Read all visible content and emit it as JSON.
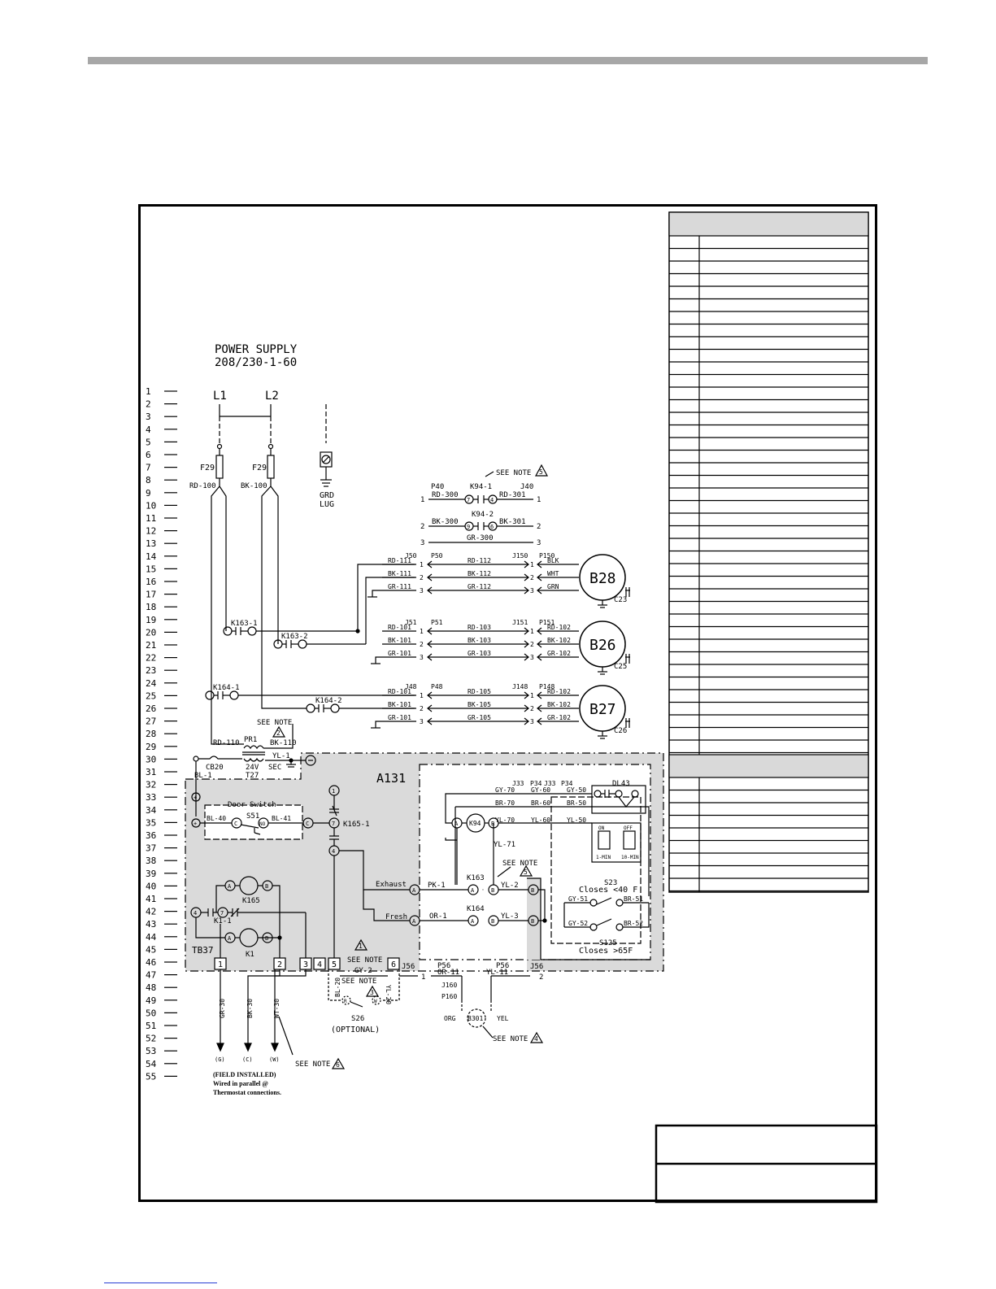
{
  "power": {
    "title": "POWER SUPPLY",
    "spec": "208/230-1-60",
    "l1": "L1",
    "l2": "L2",
    "fuse": "F29",
    "rd100": "RD-100",
    "bk100": "BK-100",
    "grd": "GRD",
    "lug": "LUG"
  },
  "rows": [
    "1",
    "2",
    "3",
    "4",
    "5",
    "6",
    "7",
    "8",
    "9",
    "10",
    "11",
    "12",
    "13",
    "14",
    "15",
    "16",
    "17",
    "18",
    "19",
    "20",
    "21",
    "22",
    "23",
    "24",
    "25",
    "26",
    "27",
    "28",
    "29",
    "30",
    "31",
    "32",
    "33",
    "34",
    "35",
    "36",
    "37",
    "38",
    "39",
    "40",
    "41",
    "42",
    "43",
    "44",
    "45",
    "46",
    "47",
    "48",
    "49",
    "50",
    "51",
    "52",
    "53",
    "54",
    "55"
  ],
  "k94": {
    "see_note": "SEE NOTE",
    "note": "5",
    "p40": "P40",
    "k94_1": "K94-1",
    "j40": "J40",
    "rd300": "RD-300",
    "rd301": "RD-301",
    "k94_2": "K94-2",
    "bk300": "BK-300",
    "bk301": "BK-301",
    "gr300": "GR-300",
    "pin7": "7",
    "pin4": "4",
    "pin9": "9",
    "pin6": "6",
    "n1": "1",
    "n2": "2",
    "n3": "3"
  },
  "motors": [
    {
      "name": "B28",
      "cap": "C23",
      "j": "J50",
      "p": "P50",
      "jj": "J150",
      "pp": "P150",
      "w1": "RD-111",
      "w2": "BK-111",
      "w3": "GR-111",
      "m1": "RD-112",
      "m2": "BK-112",
      "m3": "GR-112",
      "o1": "BLK",
      "o2": "WHT",
      "o3": "GRN"
    },
    {
      "name": "B26",
      "cap": "C25",
      "j": "J51",
      "p": "P51",
      "jj": "J151",
      "pp": "P151",
      "w1": "RD-101",
      "w2": "BK-101",
      "w3": "GR-101",
      "m1": "RD-103",
      "m2": "BK-103",
      "m3": "GR-103",
      "o1": "RD-102",
      "o2": "BK-102",
      "o3": "GR-102"
    },
    {
      "name": "B27",
      "cap": "C26",
      "j": "J48",
      "p": "P48",
      "jj": "J148",
      "pp": "P148",
      "w1": "RD-101",
      "w2": "BK-101",
      "w3": "GR-101",
      "m1": "RD-105",
      "m2": "BK-105",
      "m3": "GR-105",
      "o1": "RD-102",
      "o2": "BK-102",
      "o3": "GR-102"
    }
  ],
  "contacts": {
    "k163_1": "K163-1",
    "k163_2": "K163-2",
    "k164_1": "K164-1",
    "k164_2": "K164-2"
  },
  "transformer": {
    "see_note": "SEE NOTE",
    "note": "2",
    "pr1": "PR1",
    "rd110": "RD-110",
    "bk110": "BK-110",
    "cb20": "CB20",
    "v24": "24V",
    "t27": "T27",
    "sec": "SEC",
    "yl1": "YL-1",
    "bl1": "BL-1"
  },
  "board": {
    "name": "A131",
    "door_switch": "Door Switch",
    "s51": "S51",
    "bl40": "BL-40",
    "bl41": "BL-41",
    "c": "C",
    "no": "NO",
    "k165_1": "K165-1",
    "k165": "K165",
    "k1": "K1",
    "k1_1": "K1-1",
    "tb37": "TB37",
    "a": "A",
    "b": "B",
    "t1": "1",
    "t2": "2",
    "t3": "3",
    "t4": "4",
    "t5": "5",
    "t6": "6",
    "pin7": "7",
    "pin4": "4",
    "pin1": "1",
    "exhaust": "Exhaust",
    "fresh": "Fresh",
    "pk1": "PK-1",
    "or1": "OR-1",
    "yl2": "YL-2",
    "yl3": "YL-3",
    "k163": "K163",
    "k164": "K164",
    "k94": "K94",
    "yl71": "YL-71",
    "see_note": "SEE NOTE",
    "note5": "5",
    "note1": "1",
    "gy2": "GY-2",
    "j56": "J56",
    "j33": "J33",
    "p34": "P34",
    "gy70": "GY-70",
    "gy60": "GY-60",
    "gy50": "GY-50",
    "br70": "BR-70",
    "br60": "BR-60",
    "br50": "BR-50",
    "yl70": "YL-70",
    "yl60": "YL-60",
    "yl50": "YL-50",
    "dl43": "DL43",
    "on": "ON",
    "off": "OFF",
    "min1": "1-MIN",
    "min10": "10-MIN",
    "s23": "S23",
    "closes40": "Closes <40 F",
    "gy51": "GY-51",
    "br51": "BR-51",
    "gy52": "GY-52",
    "br52": "BR-52",
    "s125": "S125",
    "closes65": "Closes >65F"
  },
  "bottom": {
    "p56": "P56",
    "or11": "OR-11",
    "yl11": "YL-11",
    "j160": "J160",
    "p160": "P160",
    "org": "ORG",
    "yel": "YEL",
    "b301": "B301",
    "see_note": "SEE NOTE",
    "note4": "4",
    "note3": "3",
    "note6": "6",
    "bl20": "BL-20",
    "yl20": "YL-20",
    "r": "R",
    "w": "W",
    "s26": "S26",
    "optional": "(OPTIONAL)",
    "gr30": "GR-30",
    "bk30": "BK-30",
    "wt30": "WT-30",
    "g": "(G)",
    "cc": "(C)",
    "ww": "(W)",
    "field1": "(FIELD INSTALLED)",
    "field2": "Wired in parallel @",
    "field3": "Thermostat connections."
  }
}
